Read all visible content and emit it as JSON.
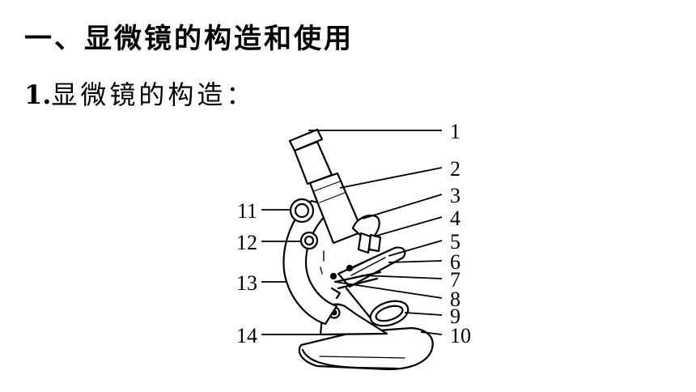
{
  "heading_section": "一、显微镜的构造和使用",
  "heading_sub_number": "1.",
  "heading_sub_text": "显微镜的构造：",
  "labels": [
    "1",
    "2",
    "3",
    "4",
    "5",
    "6",
    "7",
    "8",
    "9",
    "10",
    "11",
    "12",
    "13",
    "14"
  ]
}
